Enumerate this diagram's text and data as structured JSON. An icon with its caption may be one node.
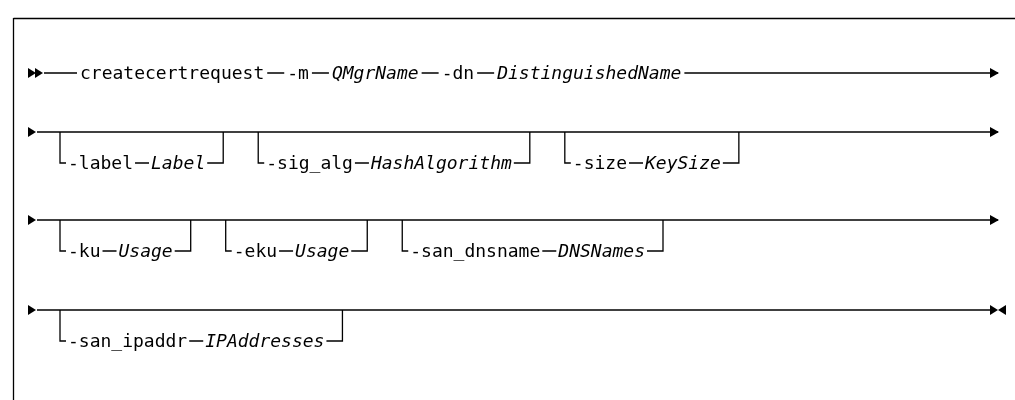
{
  "diagram": {
    "labels": [
      "createcertrequest",
      "-m",
      "QMgrName",
      "-dn",
      "DistinguishedName",
      "-label",
      "Label",
      "-sig_alg",
      "HashAlgorithm",
      "-size",
      "KeySize",
      "-ku",
      "Usage",
      "-eku",
      "Usage",
      "-san_dnsname",
      "DNSNames",
      "-san_ipaddr",
      "IPAddresses"
    ]
  }
}
